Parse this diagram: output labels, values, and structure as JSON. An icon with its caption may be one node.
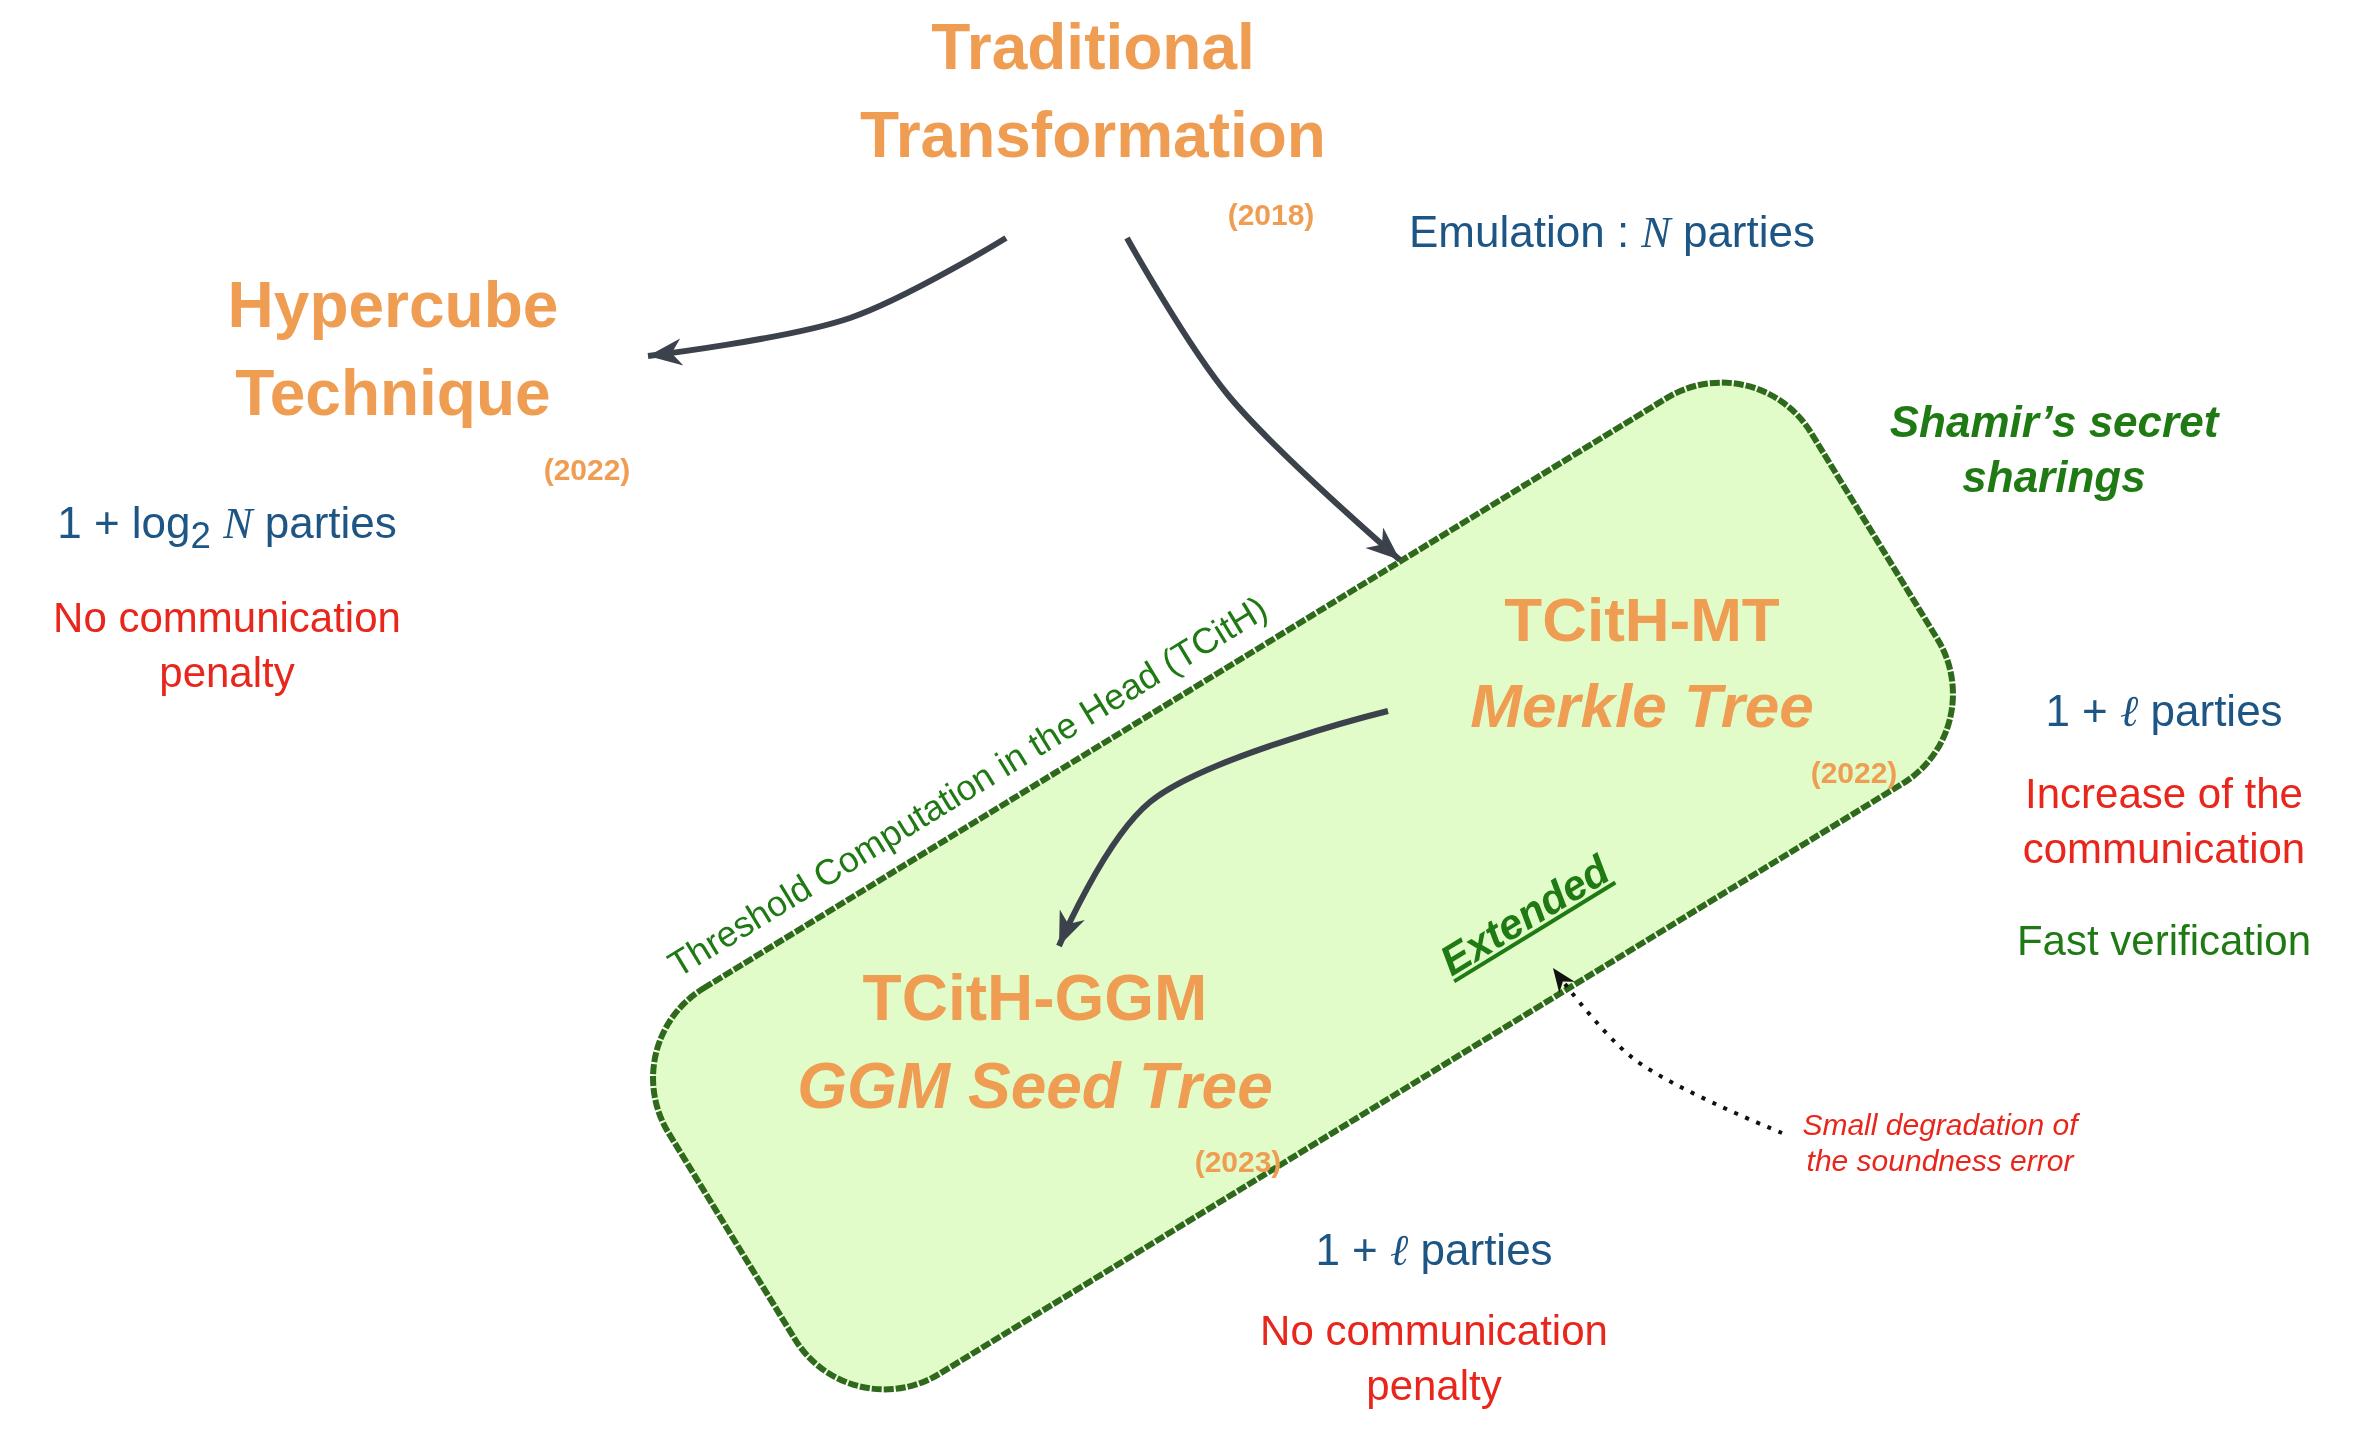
{
  "diagram": {
    "nodes": [
      {
        "text": [
          "Traditional Transformation",
          "(2018)"
        ],
        "beside": [
          "Emulation : *N* parties"
        ]
      },
      {
        "text": [
          "Hypercube Technique",
          "(2022)"
        ],
        "beside": [
          "1 + log$_{2}$ *N* parties",
          "No communication penalty"
        ]
      },
      {
        "text": [
          "Threshold Computation in the Head (TCitH)",
          "Shamir’s secret sharings"
        ]
      },
      {
        "text": [
          "TCitH-MT",
          "Merkle Tree",
          "(2022)"
        ],
        "in": 2,
        "beside": [
          "1 + *ℓ* parties",
          "Increase of the communication",
          "Fast verification"
        ]
      },
      {
        "text": [
          "TCitH-GGM",
          "GGM Seed Tree",
          "(2023)"
        ],
        "in": 2,
        "beside": [
          "1 + *ℓ* parties",
          "No communication penalty"
        ]
      },
      {
        "text": [
          "Extended"
        ],
        "in": 2
      },
      {
        "text": [
          "Small degradation of the soundness error"
        ]
      }
    ],
    "edges": [
      {
        "from": 0,
        "to": 1,
        "arrow": "to"
      },
      {
        "from": 0,
        "to": 2,
        "arrow": "to"
      },
      {
        "from": 3,
        "to": 4,
        "arrow": "to"
      },
      {
        "from": 6,
        "to": 5,
        "arrow": "to",
        "style": "dashed",
        "color": "#111111"
      }
    ]
  }
}
